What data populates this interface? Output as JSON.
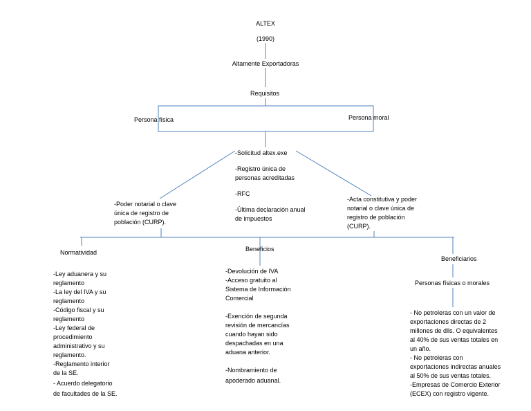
{
  "title": "ALTEX",
  "year": "(1990)",
  "subtitle": "Altamente Exportadoras",
  "requisitos": "Requisitos",
  "persona_fisica": "Persona física",
  "persona_moral": "Persona moral",
  "common_requirements": [
    "-Solicitud altex.exe",
    "-Registro única de",
    "personas acreditadas",
    "-RFC",
    "-Última declaración anual",
    "de impuestos"
  ],
  "fisica_requirements": [
    "-Poder notarial o clave",
    "única de registro de",
    "población (CURP)."
  ],
  "moral_requirements": [
    "-Acta constitutiva y poder",
    "notarial o clave única de",
    "registro de población",
    "(CURP)."
  ],
  "normatividad": {
    "heading": "Normatividad",
    "items": [
      "-Ley aduanera y su",
      "reglamento",
      "-La ley del IVA y su",
      "reglamento",
      "-Código fiscal y su",
      "reglamento",
      "-Ley federal de",
      "procedimiento",
      "administrativo y su",
      "reglamento.",
      "-Reglamento interior",
      "de la SE.",
      "- Acuerdo delegatorio",
      "de facultades de la SE."
    ]
  },
  "beneficios": {
    "heading": "Beneficios",
    "items": [
      "-Devolución de IVA",
      "-Acceso gratuito al",
      "Sistema de Información",
      "Comercial",
      "-Exención de segunda",
      "revisión de mercancías",
      "cuando hayan sido",
      "despachadas en una",
      "aduana anterior.",
      "-Nombramiento de",
      "apoderado aduanal."
    ]
  },
  "beneficiarios": {
    "heading": "Beneficiarios",
    "subheading": "Personas físicas o morales",
    "items": [
      "- No petroleras con un valor de",
      "exportaciones directas de 2",
      "millones de dlls. O equivalentes",
      "al 40% de sus ventas totales en",
      "un año.",
      "- No petroleras con",
      "exportaciones indirectas anuales",
      "al 50% de sus ventas totales.",
      "-Empresas de Comercio Exterior",
      "(ECEX) con registro vigente."
    ]
  },
  "colors": {
    "line": "#4f81bd",
    "text": "#000000"
  }
}
